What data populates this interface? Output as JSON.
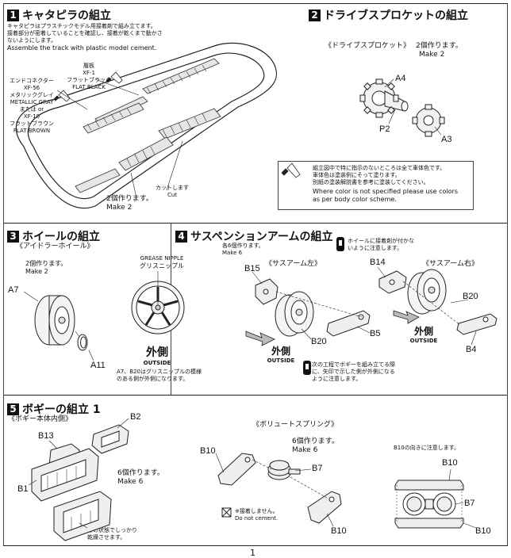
{
  "sections": {
    "s1": {
      "num": "1",
      "title": "キャタピラの組立",
      "text_jp": [
        "キャタピラはプラスチックモデル用接着剤で組み立てます。",
        "接着部分が密着していることを確認し、接着が乾くまで動かさ",
        "ないようにします。"
      ],
      "text_en": "Assemble the track with plastic model cement.",
      "label_black": [
        "履板",
        "XF-1",
        "フラットブラック",
        "FLAT BLACK"
      ],
      "label_end": [
        "エンドコネクター",
        "XF-56",
        "メタリックグレイ",
        "METALLIC GRAY",
        "または or",
        "XF-10",
        "フラットブラウン",
        "FLAT BROWN"
      ],
      "make": [
        "2個作ります。",
        "Make 2"
      ],
      "cut": [
        "カットします",
        "Cut"
      ]
    },
    "s2": {
      "num": "2",
      "title": "ドライブスプロケットの組立",
      "sub": "《ドライブスプロケット》",
      "make": [
        "2個作ります。",
        "Make 2"
      ],
      "parts": {
        "a4": "A4",
        "p2": "P2",
        "a3": "A3"
      },
      "note_jp": [
        "組立図中で特に指示のないところは全て車体色です。",
        "車体色は塗装例にそって塗ります。",
        "別紙の塗装解説書を参考に塗装してください。"
      ],
      "note_en": [
        "Where color is not specified please use colors",
        "as per body color scheme."
      ]
    },
    "s3": {
      "num": "3",
      "title": "ホイールの組立",
      "sub": "《アイドラーホイール》",
      "make": [
        "2個作ります。",
        "Make 2"
      ],
      "grease": [
        "GREASE NIPPLE",
        "グリスニップル"
      ],
      "outside": [
        "外側",
        "OUTSIDE"
      ],
      "parts": {
        "a7": "A7",
        "a11": "A11"
      },
      "note": [
        "A7、B20はグリスニップルの模様",
        "のある側が外側になります。"
      ]
    },
    "s4": {
      "num": "4",
      "title": "サスペンションアームの組立",
      "make": [
        "各6個作ります。",
        "Make 6"
      ],
      "left": "《サスアーム左》",
      "right": "《サスアーム右》",
      "note_top": [
        "ホイールに接着剤が付かな",
        "いように注意します。"
      ],
      "note_bottom": [
        "次の工程でボギーを組み立てる際",
        "に、矢印で示した側が外側になる",
        "ように注意します。"
      ],
      "outside": [
        "外側",
        "OUTSIDE"
      ],
      "parts": {
        "b15": "B15",
        "b20": "B20",
        "b5": "B5",
        "b14": "B14",
        "b20r": "B20",
        "b4": "B4"
      }
    },
    "s5": {
      "num": "5",
      "title": "ボギーの組立 1",
      "sub": "《ボギー本体内側》",
      "make": [
        "6個作ります。",
        "Make 6"
      ],
      "dry": [
        "この状態でしっかり",
        "乾燥させます。"
      ],
      "parts": {
        "b2": "B2",
        "b13": "B13",
        "b1": "B1"
      }
    },
    "s6": {
      "sub": "《ボリュートスプリング》",
      "make": [
        "6個作ります。",
        "Make 6"
      ],
      "nocement": [
        "※接着しません。",
        "Do not cement."
      ],
      "parts": {
        "b10a": "B10",
        "b7": "B7",
        "b10b": "B10"
      }
    },
    "s7": {
      "note": "B10の向きに注意します。",
      "parts": {
        "b10a": "B10",
        "b7": "B7",
        "b10b": "B10"
      }
    }
  },
  "page_number": "1"
}
